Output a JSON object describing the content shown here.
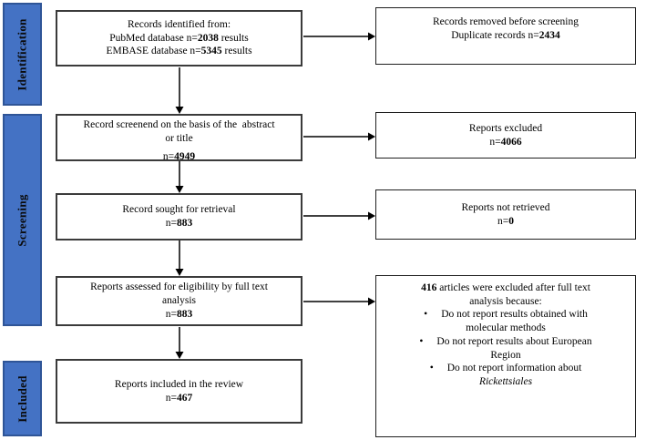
{
  "colors": {
    "stage_fill": "#4472C4",
    "stage_border": "#2F5597",
    "box_border": "#3b3b3b",
    "arrow": "#000000"
  },
  "sidebar": {
    "stages": [
      {
        "label": "Identification"
      },
      {
        "label": "Screening"
      },
      {
        "label": "Included"
      }
    ]
  },
  "flow": {
    "identified": {
      "line1": "Records identified from:",
      "line2_pre": "PubMed database n=",
      "line2_bold": "2038",
      "line2_post": " results",
      "line3_pre": "EMBASE database n=",
      "line3_bold": "5345",
      "line3_post": " results"
    },
    "removed": {
      "line1": "Records removed before screening",
      "line2_pre": "Duplicate records n=",
      "line2_bold": "2434"
    },
    "screened": {
      "line1": "Record screenend on the basis of the  abstract",
      "line2": "or title",
      "n_pre": "n=",
      "n_bold": "4949"
    },
    "excluded": {
      "line1": "Reports excluded",
      "n_pre": "n=",
      "n_bold": "4066"
    },
    "sought": {
      "line1": "Record sought for retrieval",
      "n_pre": "n=",
      "n_bold": "883"
    },
    "not_retrieved": {
      "line1": "Reports not retrieved",
      "n_pre": "n=",
      "n_bold": "0"
    },
    "eligibility": {
      "line1": "Reports assessed for eligibility by full text",
      "line2": "analysis",
      "n_pre": "n=",
      "n_bold": "883"
    },
    "fulltext_excluded": {
      "count_bold": "416",
      "line1_rest": " articles were excluded after full text",
      "line2": "analysis because:",
      "bullet": "•",
      "items": [
        {
          "l1": "Do not report results obtained with",
          "l2": "molecular methods"
        },
        {
          "l1": "Do not report results about European",
          "l2": "Region"
        },
        {
          "l1": "Do not report information about",
          "l2_italic": "Rickettsiales"
        }
      ]
    },
    "included_review": {
      "line1": "Reports included in the review",
      "n_pre": "n=",
      "n_bold": "467"
    }
  }
}
